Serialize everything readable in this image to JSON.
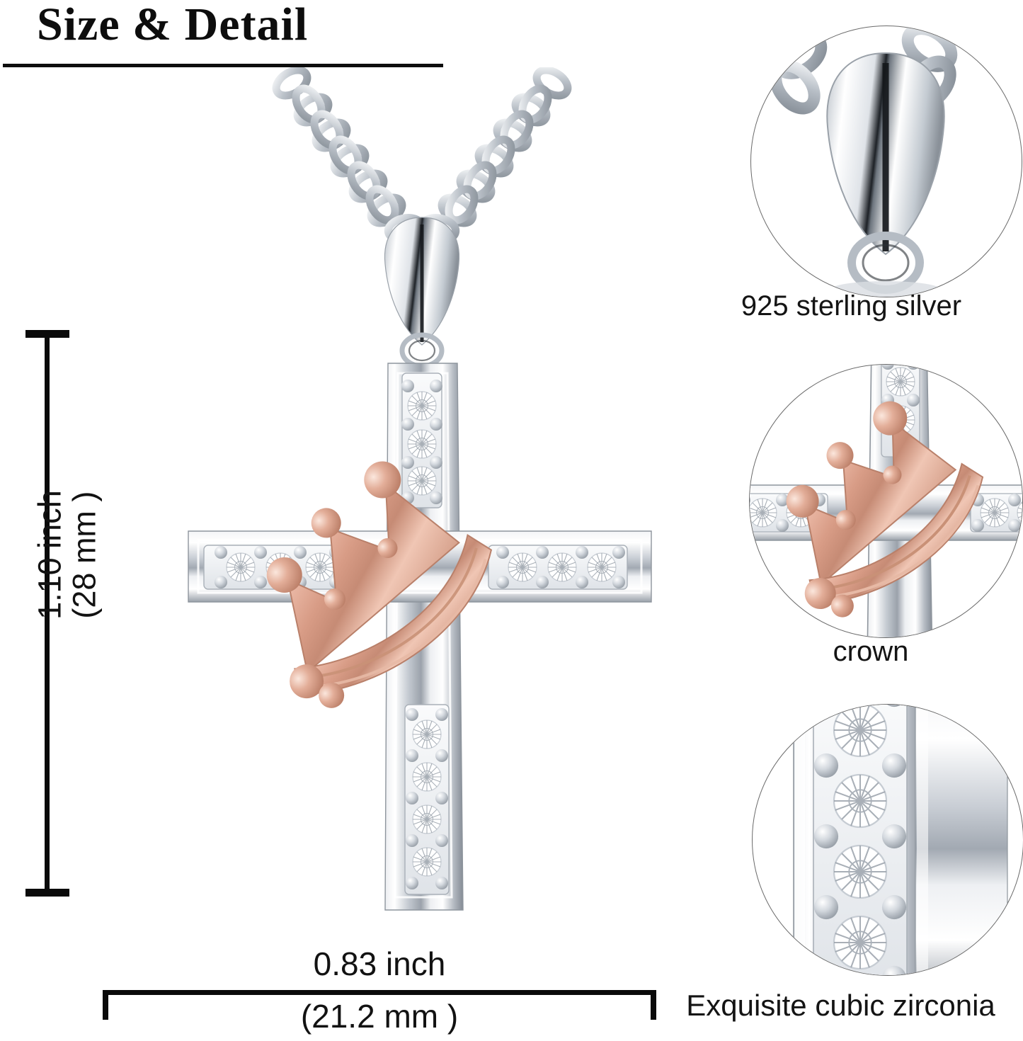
{
  "page": {
    "title": "Size & Detail",
    "background_color": "#ffffff",
    "text_color": "#141414"
  },
  "dimensions": {
    "height": {
      "inch": "1.10 inch",
      "mm": "(28 mm )",
      "orientation": "vertical",
      "axis_label": "pendant height"
    },
    "width": {
      "inch": "0.83 inch",
      "mm": "(21.2 mm )",
      "orientation": "horizontal",
      "axis_label": "pendant width"
    }
  },
  "product": {
    "type": "cross pendant necklace",
    "metal": "sterling silver",
    "accent_metal": "rose gold",
    "stones": "cubic zirconia",
    "colors": {
      "silver_light": "#f3f4f6",
      "silver_mid": "#c8cdd4",
      "silver_dark": "#8d949d",
      "rose_light": "#f7d8cb",
      "rose_mid": "#d79b85",
      "rose_dark": "#c07e66",
      "stone": "#ffffff",
      "outline": "#6a6a6a"
    }
  },
  "callouts": [
    {
      "id": "bail",
      "label": "925 sterling silver",
      "detail": "teardrop bail with cable chain"
    },
    {
      "id": "crown",
      "label": "crown",
      "detail": "rose gold crown wrapped around cross"
    },
    {
      "id": "zirconia",
      "label": "Exquisite cubic zirconia",
      "detail": "pave set round stones with prongs"
    }
  ]
}
